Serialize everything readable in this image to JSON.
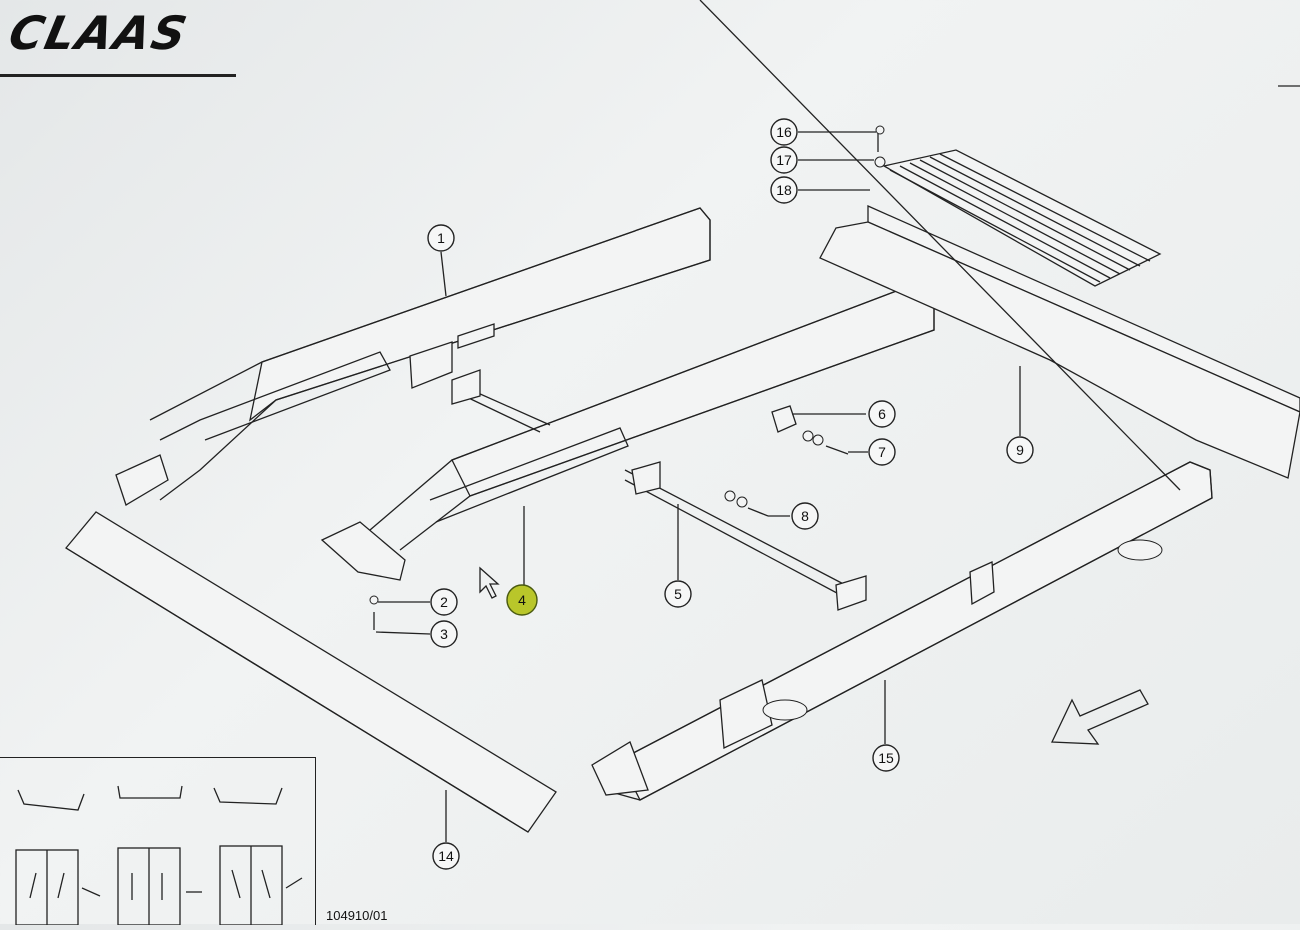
{
  "brand": "CLAAS",
  "drawing_ref": "104910/01",
  "callouts": [
    {
      "id": "c1",
      "label": "1"
    },
    {
      "id": "c2",
      "label": "2"
    },
    {
      "id": "c3",
      "label": "3"
    },
    {
      "id": "c4",
      "label": "4",
      "highlighted": true
    },
    {
      "id": "c5",
      "label": "5"
    },
    {
      "id": "c6",
      "label": "6"
    },
    {
      "id": "c7",
      "label": "7"
    },
    {
      "id": "c8",
      "label": "8"
    },
    {
      "id": "c9",
      "label": "9"
    },
    {
      "id": "c14",
      "label": "14"
    },
    {
      "id": "c15",
      "label": "15"
    },
    {
      "id": "c16",
      "label": "16"
    },
    {
      "id": "c17",
      "label": "17"
    },
    {
      "id": "c18",
      "label": "18"
    }
  ],
  "colors": {
    "highlight": "#b9c62a",
    "line": "#222222",
    "paper": "#eef0f0"
  },
  "icons": [
    "mouse-cursor-icon",
    "direction-arrow-icon"
  ]
}
